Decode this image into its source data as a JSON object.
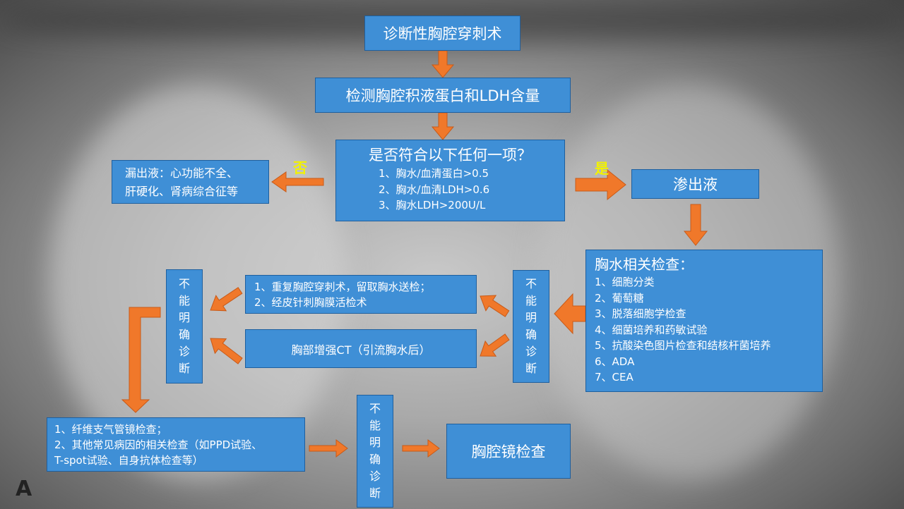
{
  "nodes": {
    "diag_puncture": "诊断性胸腔穿刺术",
    "detect": "检测胸腔积液蛋白和LDH含量",
    "criteria": {
      "title": "是否符合以下任何一项？",
      "items": [
        "1、胸水/血清蛋白>0.5",
        "2、胸水/血清LDH>0.6",
        "3、胸水LDH>200U/L"
      ]
    },
    "transudate": {
      "lines": [
        "漏出液：心功能不全、",
        "肝硬化、肾病综合征等"
      ]
    },
    "exudate": "渗出液",
    "tests": {
      "title": "胸水相关检查：",
      "items": [
        "1、细胞分类",
        "2、葡萄糖",
        "3、脱落细胞学检查",
        "4、细菌培养和药敏试验",
        "5、抗酸染色图片检查和结核杆菌培养",
        "6、ADA",
        "7、CEA"
      ]
    },
    "undiagnosed_right": "不能明确诊断",
    "undiagnosed_left": "不能明确诊断",
    "undiagnosed_bottom": "不能明确诊断",
    "repeat": {
      "items": [
        "1、重复胸腔穿刺术，留取胸水送检；",
        "2、经皮针刺胸膜活检术"
      ]
    },
    "ct": "胸部增强CT（引流胸水后）",
    "bronch": {
      "items": [
        "1、纤维支气管镜检查；",
        "2、其他常见病因的相关检查（如PPD试验、",
        "T-spot试验、自身抗体检查等）"
      ]
    },
    "thoracoscopy": "胸腔镜检查"
  },
  "labels": {
    "no": "否",
    "yes": "是"
  },
  "corner_mark": "A",
  "colors": {
    "box": "#3f8fd6",
    "arrow": "#f0782a",
    "label": "#f2f200"
  }
}
